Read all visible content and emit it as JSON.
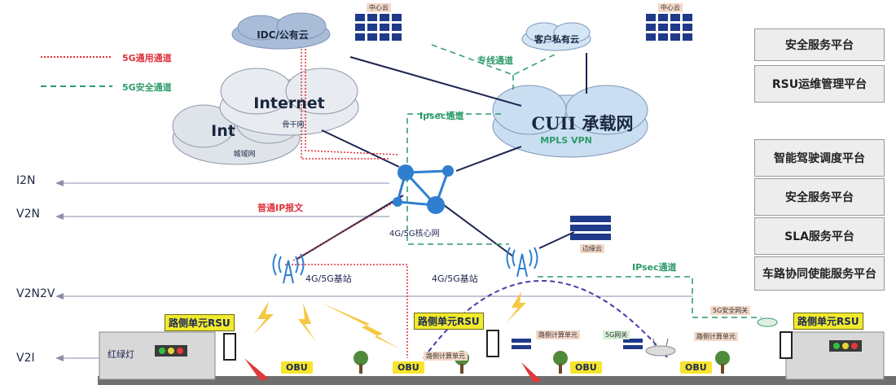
{
  "legend": {
    "red_label": "5G通用通道",
    "green_label": "5G安全通道"
  },
  "clouds": {
    "idc": "IDC/公有云",
    "private": "客户私有云",
    "internet": "Internet",
    "internet_sub": "骨干网",
    "metro_partial": "Int",
    "metro_sub": "城域网",
    "cuii": "CUII 承载网",
    "cuii_sub": "MPLS VPN"
  },
  "datacenters": {
    "center1": "中心云",
    "center2": "中心云",
    "edge": "边缘云"
  },
  "links": {
    "private_line": "专线通道",
    "ipsec_top": "Ipsec通道",
    "ipsec_bottom": "IPsec通道",
    "ip_msg": "普通IP报文"
  },
  "core": {
    "label": "4G/5G核心网"
  },
  "base_stations": {
    "left": "4G/5G基站",
    "right": "4G/5G基站"
  },
  "lanes": [
    "I2N",
    "V2N",
    "V2N2V",
    "V2I"
  ],
  "platforms_top": [
    "安全服务平台",
    "RSU运维管理平台"
  ],
  "platforms_bottom": [
    "智能驾驶调度平台",
    "安全服务平台",
    "SLA服务平台",
    "车路协同使能服务平台"
  ],
  "roadside": {
    "rsu_label": "路侧单元RSU",
    "traffic_light": "红绿灯",
    "obu": "OBU",
    "compute_unit": "路侧计算单元",
    "gateway": "5G网关",
    "gateway2": "5G安全网关"
  },
  "colors": {
    "red_channel": "#e0303a",
    "green_channel": "#2c9a6a",
    "node_blue": "#2f7fd0",
    "dark_line": "#1c2350"
  }
}
